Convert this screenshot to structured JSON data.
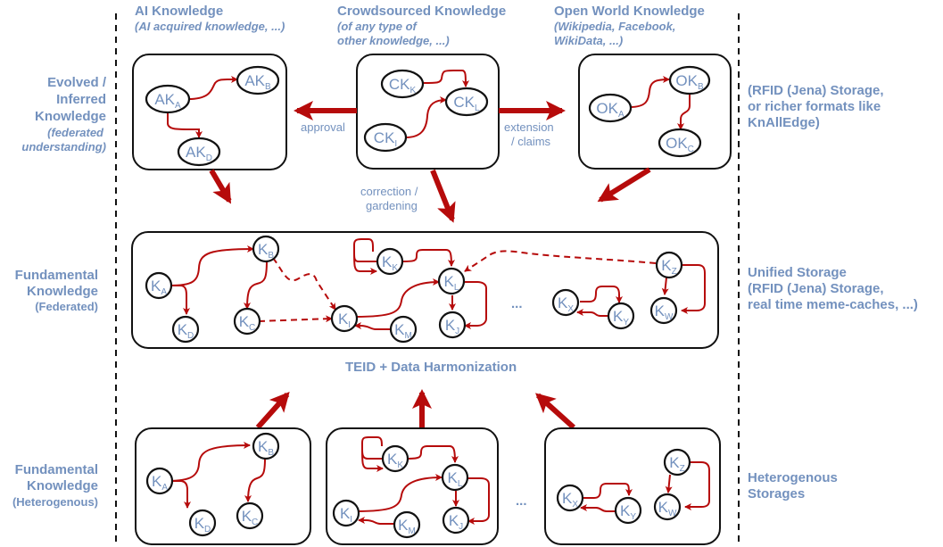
{
  "columns": {
    "ai": {
      "title": "AI Knowledge",
      "subtitle": "(AI acquired knowledge, ...)"
    },
    "crowd": {
      "title": "Crowdsourced Knowledge",
      "subtitle_1": "(of any type of",
      "subtitle_2": "other knowledge, ...)"
    },
    "open": {
      "title": "Open World Knowledge",
      "subtitle_1": "(Wikipedia, Facebook,",
      "subtitle_2": "WikiData, ...)"
    }
  },
  "left_labels": {
    "evolved": [
      "Evolved /",
      "Inferred",
      "Knowledge"
    ],
    "evolved_sub": [
      "(federated",
      "understanding)"
    ],
    "federated": [
      "Fundamental",
      "Knowledge"
    ],
    "federated_sub": "(Federated)",
    "hetero": [
      "Fundamental",
      "Knowledge"
    ],
    "hetero_sub": "(Heterogenous)"
  },
  "right_labels": {
    "top": [
      "(RFID (Jena) Storage,",
      "or richer formats like",
      "KnAllEdge)"
    ],
    "middle": [
      "Unified Storage",
      "(RFID (Jena) Storage,",
      "real time meme-caches, ...)"
    ],
    "bottom": [
      "Heterogenous",
      "Storages"
    ]
  },
  "arrow_labels": {
    "approval": "approval",
    "extension": [
      "extension",
      "/ claims"
    ],
    "correction": [
      "correction /",
      "gardening"
    ]
  },
  "harmonization": "TEID + Data Harmonization",
  "ellipsis": "...",
  "nodes": {
    "ai": [
      {
        "base": "AK",
        "sub": "A"
      },
      {
        "base": "AK",
        "sub": "B"
      },
      {
        "base": "AK",
        "sub": "D"
      }
    ],
    "crowd": [
      {
        "base": "CK",
        "sub": "K"
      },
      {
        "base": "CK",
        "sub": "L"
      },
      {
        "base": "CK",
        "sub": "I"
      }
    ],
    "open": [
      {
        "base": "OK",
        "sub": "A"
      },
      {
        "base": "OK",
        "sub": "B"
      },
      {
        "base": "OK",
        "sub": "C"
      }
    ],
    "federated": [
      {
        "base": "K",
        "sub": "A"
      },
      {
        "base": "K",
        "sub": "B"
      },
      {
        "base": "K",
        "sub": "C"
      },
      {
        "base": "K",
        "sub": "D"
      },
      {
        "base": "K",
        "sub": "K"
      },
      {
        "base": "K",
        "sub": "L"
      },
      {
        "base": "K",
        "sub": "I"
      },
      {
        "base": "K",
        "sub": "M"
      },
      {
        "base": "K",
        "sub": "J"
      },
      {
        "base": "K",
        "sub": "X"
      },
      {
        "base": "K",
        "sub": "Y"
      },
      {
        "base": "K",
        "sub": "Z"
      },
      {
        "base": "K",
        "sub": "W"
      }
    ],
    "hetero1": [
      {
        "base": "K",
        "sub": "A"
      },
      {
        "base": "K",
        "sub": "B"
      },
      {
        "base": "K",
        "sub": "C"
      },
      {
        "base": "K",
        "sub": "D"
      }
    ],
    "hetero2": [
      {
        "base": "K",
        "sub": "K"
      },
      {
        "base": "K",
        "sub": "L"
      },
      {
        "base": "K",
        "sub": "I"
      },
      {
        "base": "K",
        "sub": "M"
      },
      {
        "base": "K",
        "sub": "J"
      }
    ],
    "hetero3": [
      {
        "base": "K",
        "sub": "X"
      },
      {
        "base": "K",
        "sub": "Y"
      },
      {
        "base": "K",
        "sub": "Z"
      },
      {
        "base": "K",
        "sub": "W"
      }
    ]
  }
}
